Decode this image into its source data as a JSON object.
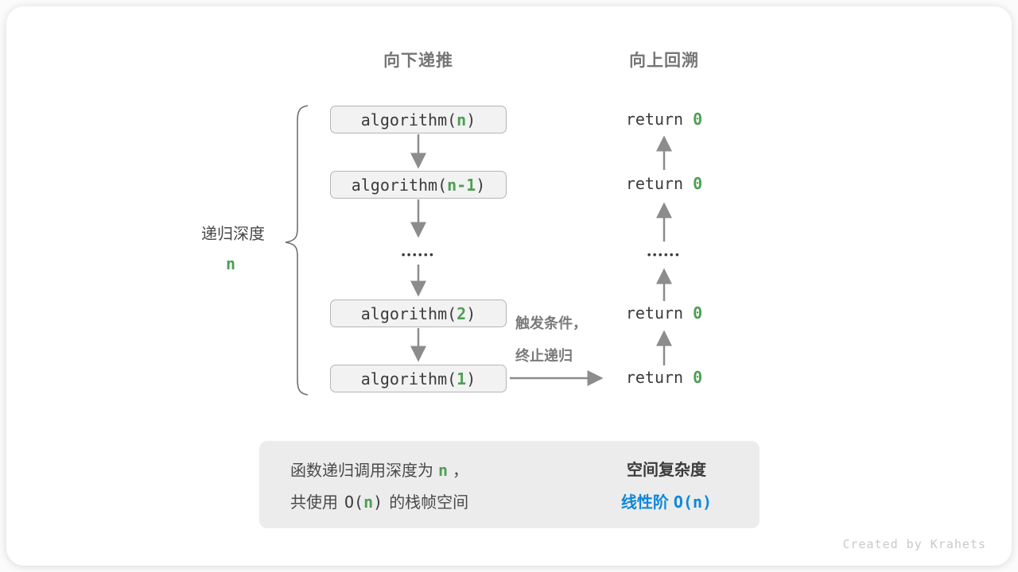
{
  "colors": {
    "green": "#4f9e55",
    "blue": "#0f87da",
    "arrow_gray": "#8c8c8c"
  },
  "headers": {
    "downward": "向下递推",
    "upward": "向上回溯"
  },
  "depth_label": {
    "text": "递归深度",
    "value": "n"
  },
  "call_stack": {
    "ellipsis": "••••••",
    "boxes": [
      {
        "prefix": "algorithm(",
        "arg": "n",
        "suffix": ")"
      },
      {
        "prefix": "algorithm(",
        "arg": "n-1",
        "suffix": ")"
      },
      {
        "prefix": "algorithm(",
        "arg": "2",
        "suffix": ")"
      },
      {
        "prefix": "algorithm(",
        "arg": "1",
        "suffix": ")"
      }
    ]
  },
  "returns": {
    "ellipsis": "••••••",
    "items": [
      {
        "keyword": "return ",
        "value": "0"
      },
      {
        "keyword": "return ",
        "value": "0"
      },
      {
        "keyword": "return ",
        "value": "0"
      },
      {
        "keyword": "return ",
        "value": "0"
      }
    ]
  },
  "base_case_note": {
    "line1": "触发条件，",
    "line2": "终止递归"
  },
  "summary": {
    "desc_line1": {
      "pre": "函数递归调用深度为",
      "code": "n",
      "post": "，"
    },
    "desc_line2": {
      "pre": "共使用",
      "code_pre": "O(",
      "code_arg": "n",
      "code_post": ")",
      "post": "的栈帧空间"
    },
    "title": "空间复杂度",
    "result_label": "线性阶",
    "result_code": "O(n)"
  },
  "credit": "Created by Krahets"
}
